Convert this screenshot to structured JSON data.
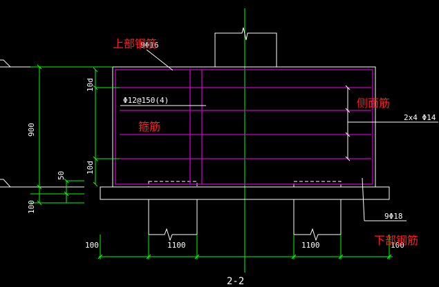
{
  "annotations": {
    "top_rebar": "上部钢筋",
    "side_rebar": "侧面筋",
    "stirrup": "箍筋",
    "bottom_rebar": "下部钢筋"
  },
  "labels": {
    "top_bar_spec": "9Φ16",
    "stirrup_spec": "Φ12@150(4)",
    "side_bar_spec": "2x4 Φ14",
    "bottom_bar_spec": "9Φ18"
  },
  "dimensions": {
    "height_total": "900",
    "cover_top": "10d",
    "cover_bottom": "10d",
    "bottom_offset": "50",
    "pad_thickness": "100",
    "pile_left_width": "1100",
    "pile_right_width": "1100",
    "edge_left": "100",
    "edge_right": "100"
  },
  "section_label": "2-2",
  "colors": {
    "background": "#000000",
    "outline": "#ffffff",
    "rebar": "#c800c8",
    "dimension": "#00ff00",
    "annotation": "#ff1e1e"
  }
}
